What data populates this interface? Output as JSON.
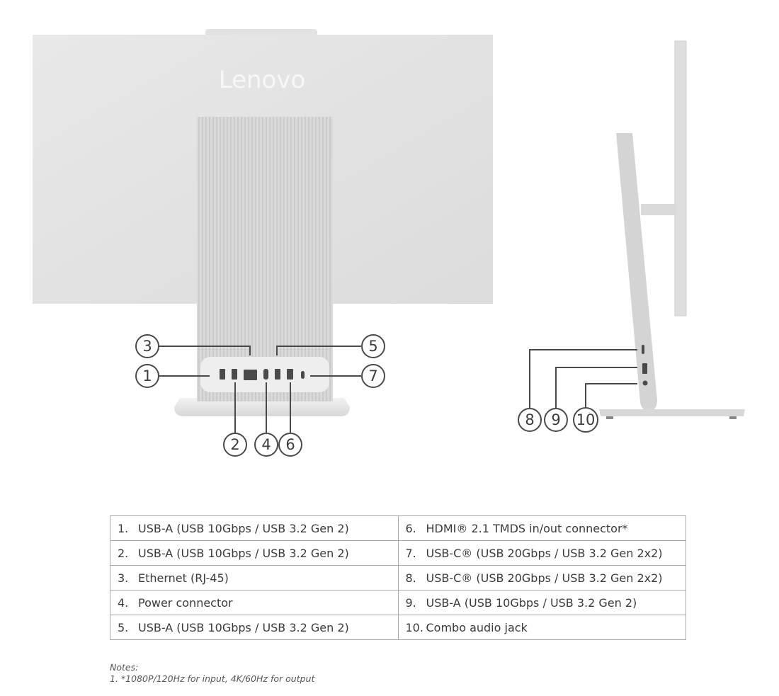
{
  "figure": {
    "brand_logo": "Lenovo",
    "rear_callouts": [
      "1",
      "2",
      "3",
      "4",
      "5",
      "6",
      "7"
    ],
    "side_callouts": [
      "8",
      "9",
      "10"
    ]
  },
  "ports_table": {
    "rows": [
      {
        "left_num": "1.",
        "left_label": "USB-A (USB 10Gbps / USB 3.2 Gen 2)",
        "right_num": "6.",
        "right_label": "HDMI® 2.1 TMDS in/out connector*"
      },
      {
        "left_num": "2.",
        "left_label": "USB-A (USB 10Gbps / USB 3.2 Gen 2)",
        "right_num": "7.",
        "right_label": "USB-C® (USB 20Gbps / USB 3.2 Gen 2x2)"
      },
      {
        "left_num": "3.",
        "left_label": "Ethernet (RJ-45)",
        "right_num": "8.",
        "right_label": "USB-C® (USB 20Gbps / USB 3.2 Gen 2x2)"
      },
      {
        "left_num": "4.",
        "left_label": "Power connector",
        "right_num": "9.",
        "right_label": "USB-A (USB 10Gbps / USB 3.2 Gen 2)"
      },
      {
        "left_num": "5.",
        "left_label": "USB-A (USB 10Gbps / USB 3.2 Gen 2)",
        "right_num": "10.",
        "right_label": "Combo audio jack"
      }
    ]
  },
  "notes": {
    "heading": "Notes:",
    "items": [
      "1. *1080P/120Hz for input, 4K/60Hz for output"
    ]
  }
}
